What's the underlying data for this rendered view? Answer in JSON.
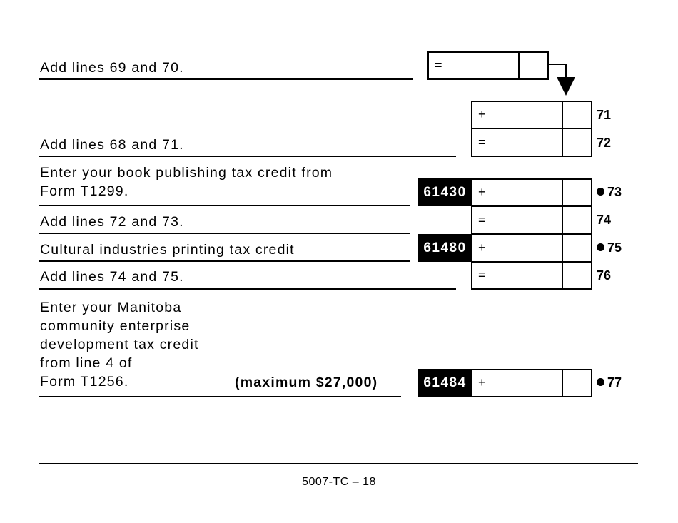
{
  "form": {
    "rows": [
      {
        "id": "line-69-70-total",
        "label": "Add lines 69 and 70.",
        "operator": "=",
        "code": null,
        "line_number": null,
        "required": false
      },
      {
        "id": "line-71",
        "label": "",
        "operator": "+",
        "code": null,
        "line_number": "71",
        "required": false
      },
      {
        "id": "line-72",
        "label": "Add lines 68 and 71.",
        "operator": "=",
        "code": null,
        "line_number": "72",
        "required": false
      },
      {
        "id": "line-73",
        "label_lines": [
          "Enter your book publishing tax credit from",
          "Form T1299."
        ],
        "operator": "+",
        "code": "61430",
        "line_number": "73",
        "required": true
      },
      {
        "id": "line-74",
        "label": "Add lines 72 and 73.",
        "operator": "=",
        "code": null,
        "line_number": "74",
        "required": false
      },
      {
        "id": "line-75",
        "label": "Cultural industries printing tax credit",
        "operator": "+",
        "code": "61480",
        "line_number": "75",
        "required": true
      },
      {
        "id": "line-76",
        "label": "Add lines 74 and 75.",
        "operator": "=",
        "code": null,
        "line_number": "76",
        "required": false
      },
      {
        "id": "line-77",
        "label_lines": [
          "Enter your Manitoba",
          "community enterprise",
          "development tax credit",
          "from line 4 of",
          "Form T1256."
        ],
        "note": "(maximum $27,000)",
        "operator": "+",
        "code": "61484",
        "line_number": "77",
        "required": true
      }
    ]
  },
  "footer": {
    "page_label": "5007-TC – 18"
  },
  "colors": {
    "ink": "#000000",
    "paper": "#ffffff"
  }
}
